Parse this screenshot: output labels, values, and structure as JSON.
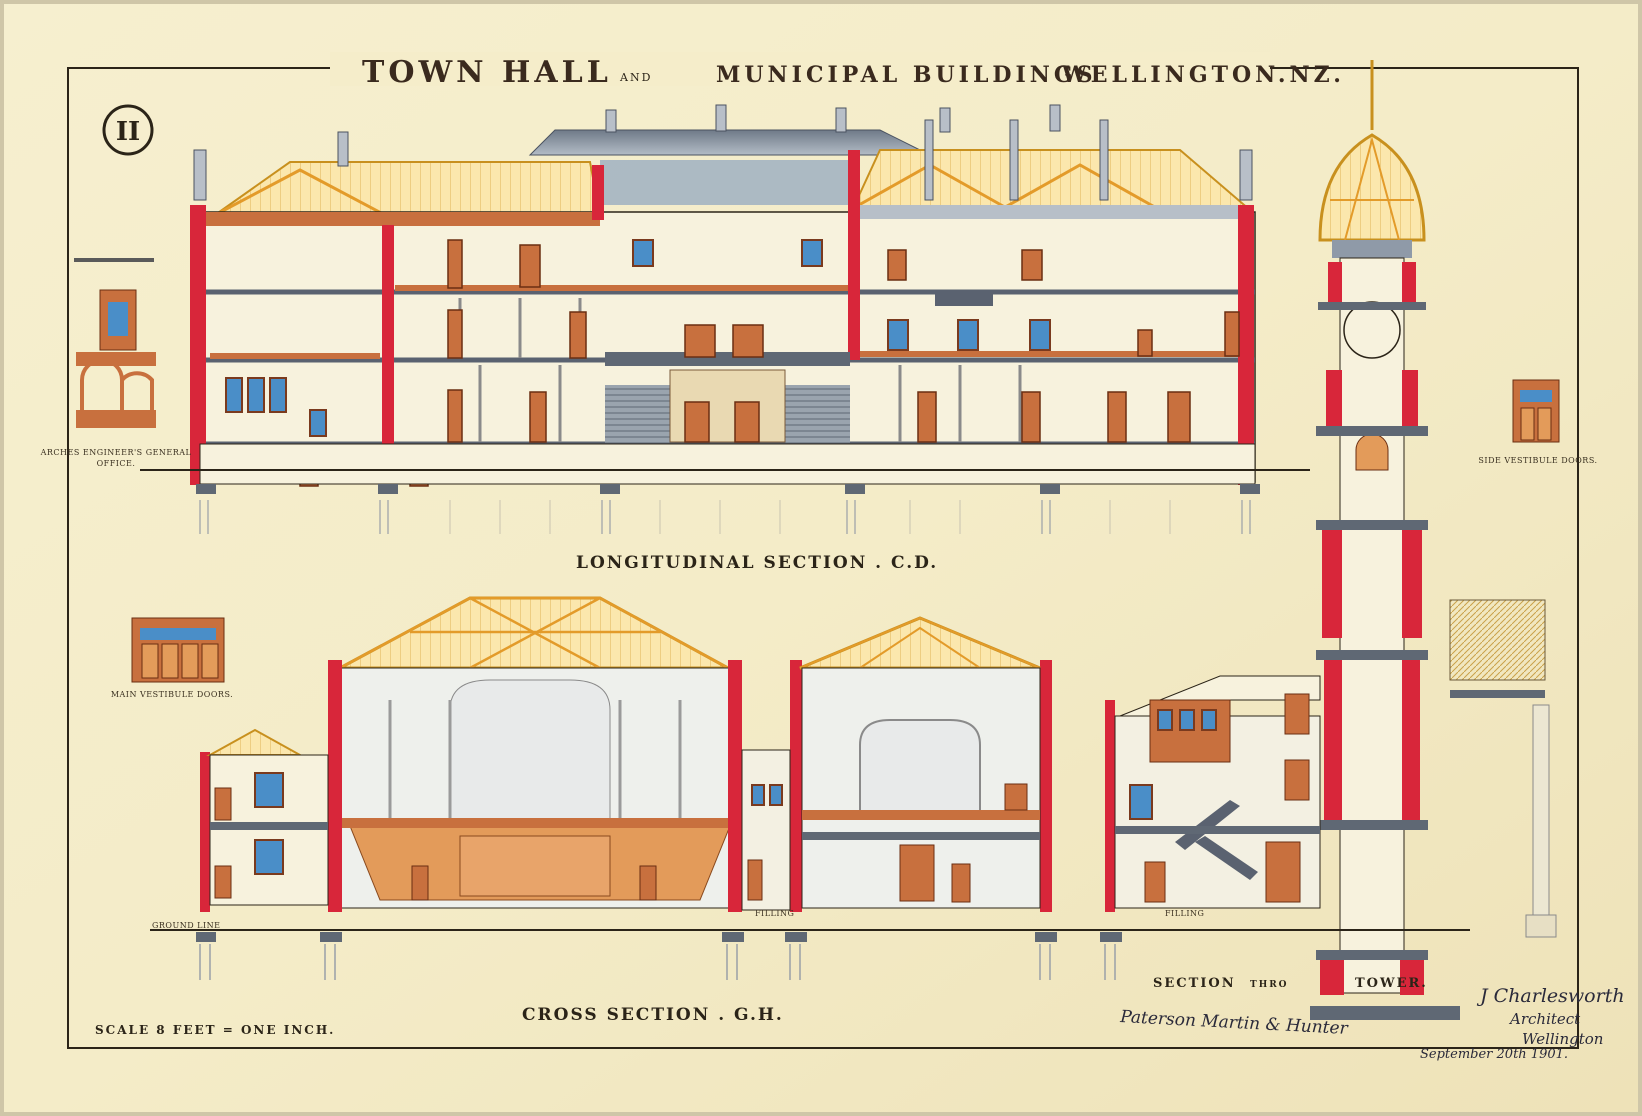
{
  "title": {
    "part1": "TOWN HALL",
    "and": "AND",
    "part2": "MUNICIPAL BUILDINGS",
    "part3": "WELLINGTON.NZ."
  },
  "sheet_number": "II",
  "labels": {
    "longitudinal": "LONGITUDINAL SECTION . C.D.",
    "cross": "CROSS SECTION . G.H.",
    "tower_section": "SECTION",
    "tower_thro": "THRO",
    "tower_tower": "TOWER.",
    "scale": "SCALE 8 FEET = ONE INCH.",
    "arches_office_1": "ARCHES ENGINEER'S GENERAL",
    "arches_office_2": "OFFICE.",
    "side_doors": "SIDE VESTIBULE DOORS.",
    "main_doors": "MAIN VESTIBULE DOORS.",
    "ground_line": "GROUND LINE",
    "filling_1": "FILLING",
    "filling_2": "FILLING"
  },
  "signatures": {
    "builders": "Paterson Martin & Hunter",
    "architect_1": "J Charlesworth",
    "architect_2": "Architect",
    "architect_3": "Wellington",
    "date": "September 20th 1901."
  },
  "colors": {
    "paper": "#f4ecc8",
    "brick_red": "#d8263a",
    "timber": "#e8a42a",
    "joinery": "#c8703e",
    "slate": "#8f9aa8",
    "glass": "#4a8ec8",
    "ink": "#2b2418"
  }
}
